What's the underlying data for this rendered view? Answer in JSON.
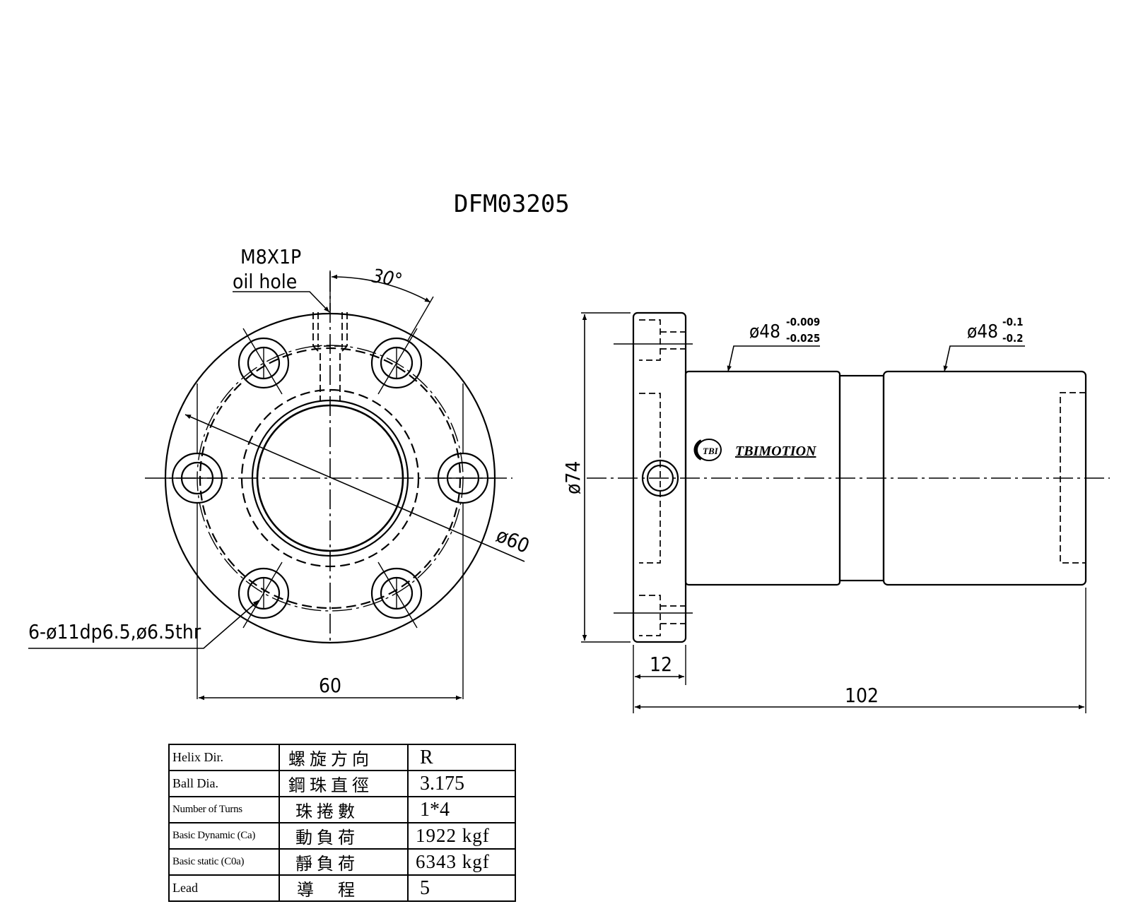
{
  "title": "DFM03205",
  "front_view": {
    "oil_hole_line1": "M8X1P",
    "oil_hole_line2": "oil hole",
    "angle_label": "30°",
    "pcd_label": "ø60",
    "holes_label": "6-ø11dp6.5,ø6.5thr",
    "width_dim": "60"
  },
  "side_view": {
    "flange_dia": "ø74",
    "dia1_base": "ø48",
    "dia1_upper": "-0.009",
    "dia1_lower": "-0.025",
    "dia2_base": "ø48",
    "dia2_upper": "-0.1",
    "dia2_lower": "-0.2",
    "flange_thickness": "12",
    "total_length": "102",
    "logo_mark": "TBI",
    "logo_text": "TBIMOTION"
  },
  "spec_table": [
    {
      "en": "Helix  Dir.",
      "zh": "螺旋方向",
      "value": "R"
    },
    {
      "en": "Ball Dia.",
      "zh": "鋼珠直徑",
      "value": "3.175"
    },
    {
      "en": "Number of Turns",
      "zh": "珠捲數",
      "value": "1*4"
    },
    {
      "en": "Basic Dynamic (Ca)",
      "zh": "動負荷",
      "value": "1922 kgf"
    },
    {
      "en": "Basic static (C0a)",
      "zh": "靜負荷",
      "value": "6343 kgf"
    },
    {
      "en": "Lead",
      "zh": "導程",
      "value": "5"
    }
  ]
}
